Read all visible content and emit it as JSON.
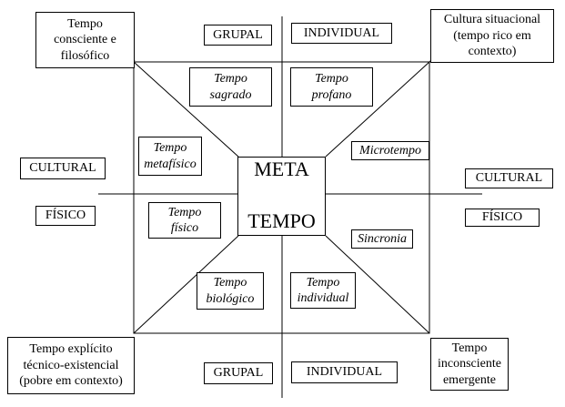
{
  "center": {
    "line1": "META",
    "line2": "TEMPO"
  },
  "corners": {
    "top_left": "Tempo\nconsciente e\nfilosófico",
    "top_right": "Cultura situacional\n(tempo rico em\ncontexto)",
    "bottom_left": "Tempo explícito\ntécnico-existencial\n(pobre em contexto)",
    "bottom_right": "Tempo\ninconsciente\nemergente"
  },
  "axes": {
    "top_left": "GRUPAL",
    "top_right": "INDIVIDUAL",
    "bottom_left": "GRUPAL",
    "bottom_right": "INDIVIDUAL",
    "left_top": "CULTURAL",
    "left_bottom": "FÍSICO",
    "right_top": "CULTURAL",
    "right_bottom": "FÍSICO"
  },
  "regions": {
    "sagrado": "Tempo\nsagrado",
    "profano": "Tempo\nprofano",
    "metafisico": "Tempo\nmetafísico",
    "microtempo": "Microtempo",
    "fisico": "Tempo\nfísico",
    "sincronia": "Sincronia",
    "biologico": "Tempo\nbiológico",
    "individual": "Tempo\nindividual"
  }
}
